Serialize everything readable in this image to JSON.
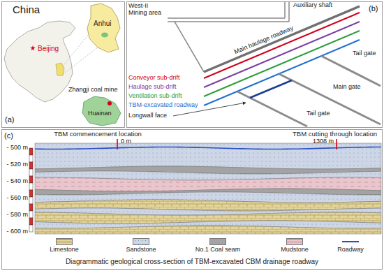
{
  "diagram": {
    "caption": "Diagrammatic geological cross-section of TBM-excavated CBM drainage roadway",
    "nodes": [
      {
        "text": [
          "(a)"
        ]
      },
      {
        "text": [
          "(b)"
        ]
      },
      {
        "text": [
          "(c)"
        ]
      }
    ],
    "labels": [
      "China",
      "Beijing",
      "Anhui",
      "Zhangji coal mine",
      "Huainan",
      "West-II Mining area",
      "Auxiliary shaft",
      "Main haulage roadway",
      "Conveyor sub-drift",
      "Haulage sub-drift",
      "Ventilation sub-drift",
      "TBM-excavated roadway",
      "Longwall face",
      "Tail gate",
      "Main gate",
      "Tail gate",
      "TBM commencement location",
      "0 m",
      "TBM cutting through location",
      "1308 m",
      "- 500 m",
      "- 520 m",
      "- 540 m",
      "- 560 m",
      "- 580 m",
      "- 600 m"
    ],
    "legend": [
      {
        "text": "Limestone",
        "color": "#e2d49a"
      },
      {
        "text": "Sandstone",
        "color": "#ccd6e6"
      },
      {
        "text": "No.1 Coal seam",
        "color": "#a3a3a3"
      },
      {
        "text": "Mudstone",
        "color": "#e9c5cc"
      },
      {
        "text": "Roadway"
      }
    ]
  }
}
